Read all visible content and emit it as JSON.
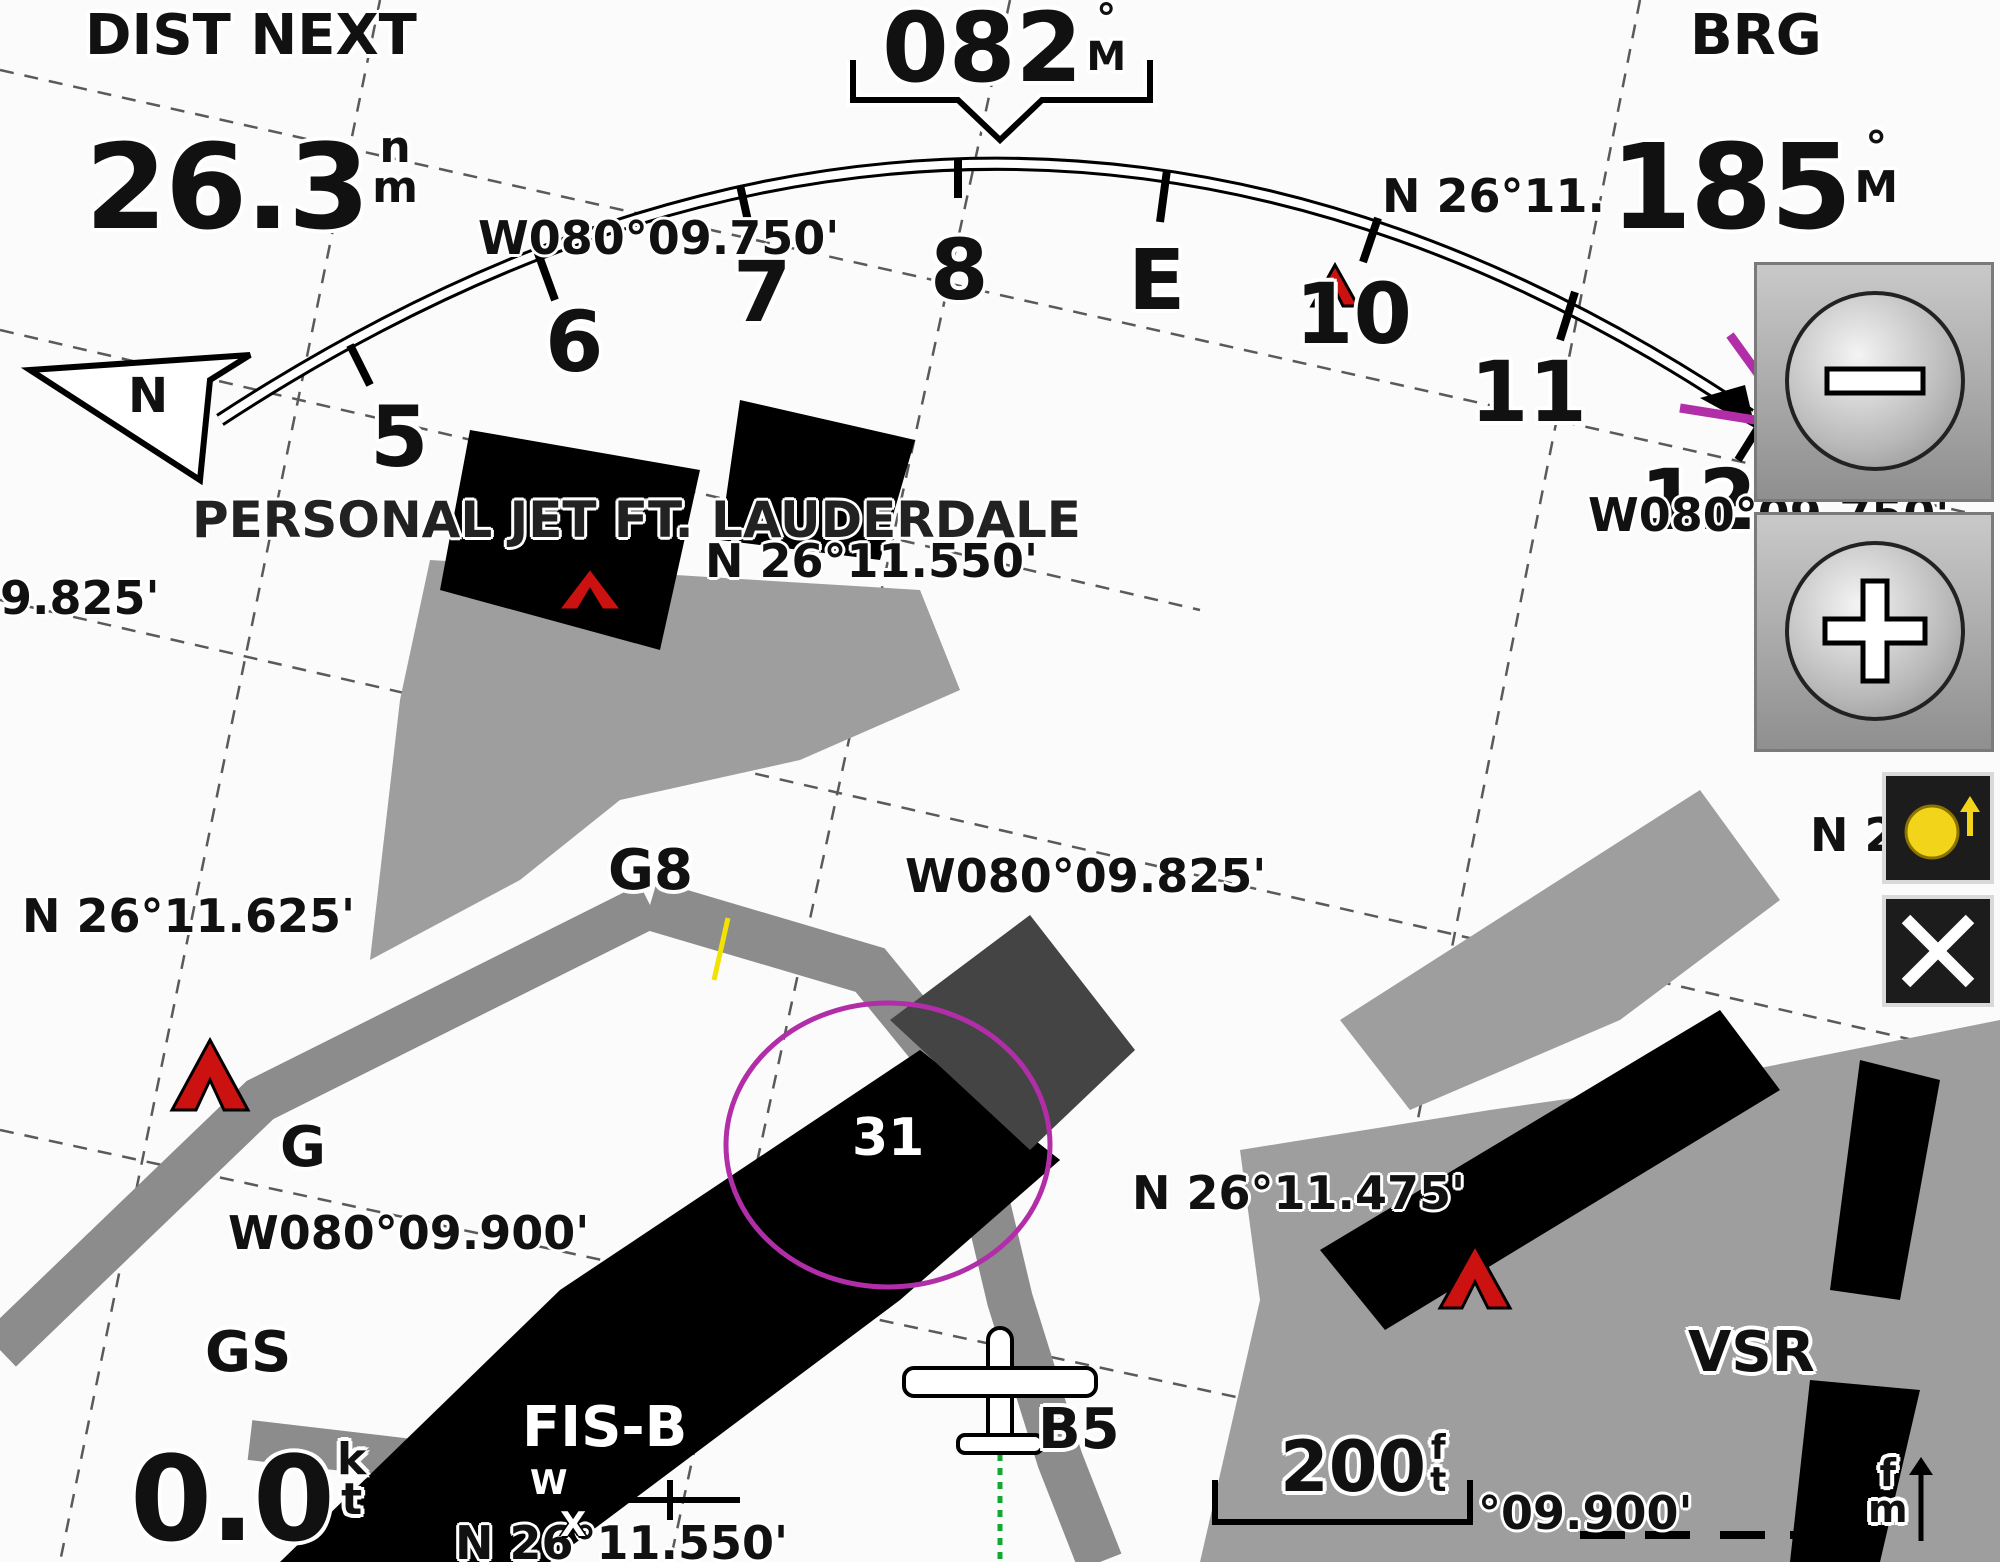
{
  "fields": {
    "dist_next": {
      "label": "DIST NEXT",
      "value": "26.3",
      "unit_top": "n",
      "unit_bottom": "m"
    },
    "bearing": {
      "label": "BRG",
      "value": "185",
      "unit_top": "°",
      "unit_bottom": "M"
    },
    "ground_speed": {
      "label": "GS",
      "value": "0.0",
      "unit_top": "k",
      "unit_bottom": "t"
    },
    "vsr": {
      "label": "VSR"
    }
  },
  "heading": {
    "value": "082",
    "unit_top": "°",
    "unit_bottom": "M"
  },
  "compass_arc": {
    "north_label": "N",
    "tick_labels": [
      "5",
      "6",
      "7",
      "8",
      "E",
      "10",
      "11",
      "12"
    ]
  },
  "map_labels": {
    "fbo_name": "PERSONAL JET FT. LAUDERDALE",
    "runway_number": "31",
    "taxiway_g8": "G8",
    "taxiway_g": "G",
    "taxiway_b5": "B5",
    "fis_b": "FIS-B",
    "fis_b_w": "W",
    "fis_b_x": "X"
  },
  "coordinates": {
    "c1": "W080°09.750'",
    "c2": "N 26°11.",
    "c3": "W080°09.750'",
    "c4": "N 26°11.550'",
    "c5": "9.825'",
    "c6": "N 26°11.625'",
    "c7": "W080°09.825'",
    "c8": "W080°09.900'",
    "c9": "N 26°11.475'",
    "c10": "N 2",
    "c11": "N 26°11.550'",
    "c12": "°09.900'"
  },
  "scale": {
    "value": "200",
    "unit_top": "f",
    "unit_bottom": "t"
  },
  "units_indicator": {
    "top": "f",
    "bottom": "m"
  },
  "colors": {
    "runway": "#000000",
    "taxiway": "#8c8c8c",
    "apron": "#9e9e9e",
    "route_magenta": "#b12ea8",
    "airport_symbol_red": "#cc1111",
    "hold_short_yellow": "#f2e200",
    "grid_dash": "#5a5a5a"
  },
  "icons": {
    "zoom_out": "minus-icon",
    "zoom_in": "plus-icon",
    "brightness": "sun-icon",
    "close": "close-icon",
    "ownship": "airplane-icon",
    "north": "north-arrow-icon",
    "scale_units_arrow": "up-arrow-icon"
  }
}
